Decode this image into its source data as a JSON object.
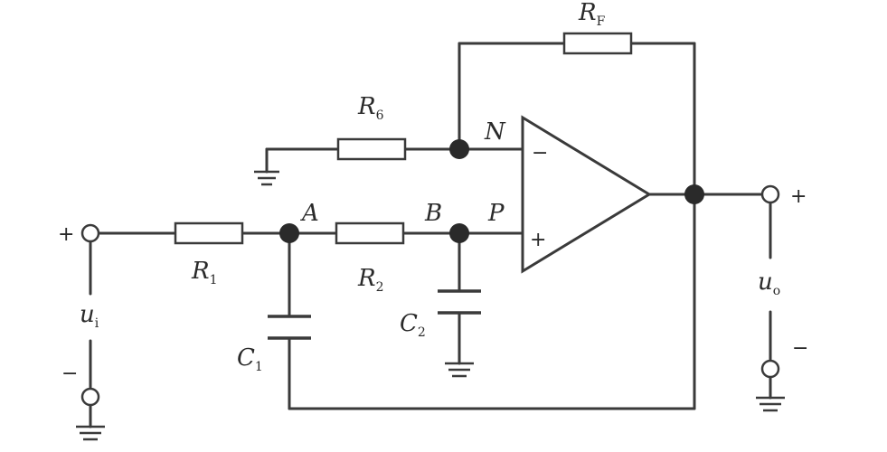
{
  "components": {
    "RF": {
      "main": "R",
      "sub": "F"
    },
    "R6": {
      "main": "R",
      "sub": "6"
    },
    "R1": {
      "main": "R",
      "sub": "1"
    },
    "R2": {
      "main": "R",
      "sub": "2"
    },
    "C1": {
      "main": "C",
      "sub": "1"
    },
    "C2": {
      "main": "C",
      "sub": "2"
    }
  },
  "nodes": {
    "N": "N",
    "A": "A",
    "B": "B",
    "P": "P"
  },
  "opamp": {
    "inverting_sign": "−",
    "noninverting_sign": "+"
  },
  "input": {
    "main": "u",
    "sub": "i",
    "plus": "+",
    "minus": "−"
  },
  "output": {
    "main": "u",
    "sub": "o",
    "plus": "+",
    "minus": "−"
  }
}
